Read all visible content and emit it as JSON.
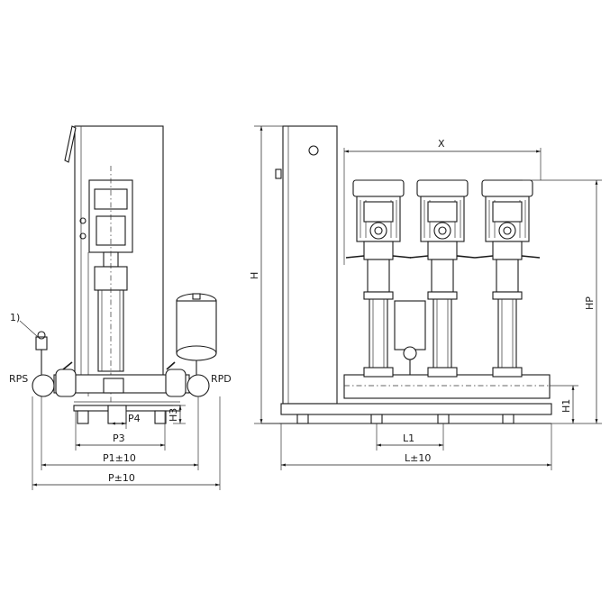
{
  "labels": {
    "note": "1)",
    "rps": "RPS",
    "rpd": "RPD",
    "p4": "P4",
    "h3": "H3",
    "p3": "P3",
    "p1": "P1±10",
    "p": "P±10",
    "x": "X",
    "h": "H",
    "hp": "HP",
    "h1": "H1",
    "l1": "L1",
    "l": "L±10"
  }
}
